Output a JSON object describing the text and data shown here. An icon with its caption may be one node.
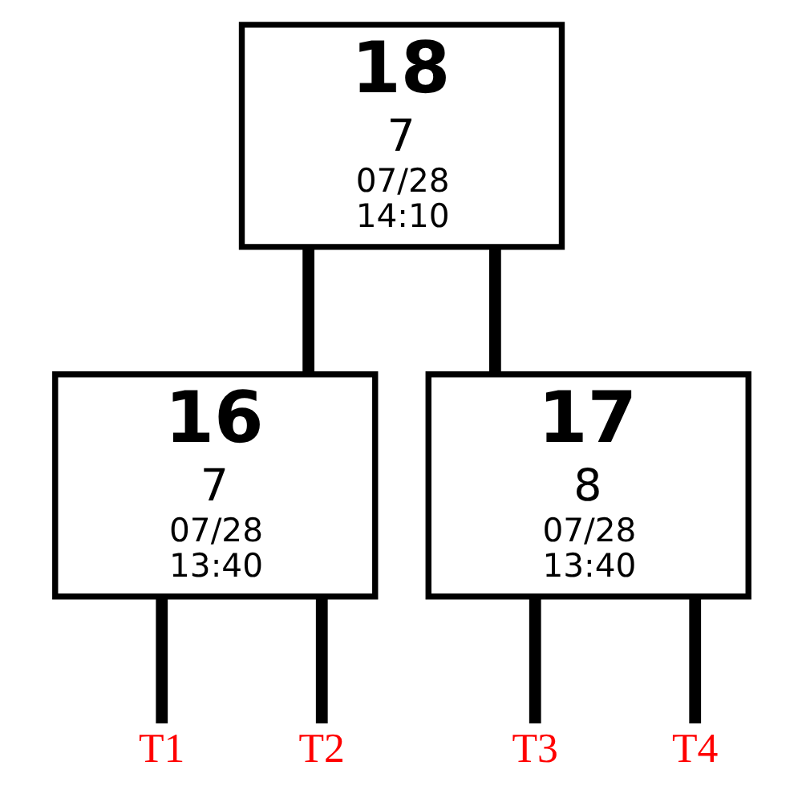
{
  "diagram": {
    "nodes": [
      {
        "text": [
          "18",
          "7",
          "07/28",
          "14:10"
        ]
      },
      {
        "text": [
          "16",
          "7",
          "07/28",
          "13:40"
        ]
      },
      {
        "text": [
          "17",
          "8",
          "07/28",
          "13:40"
        ]
      },
      {
        "text": [
          "T1"
        ]
      },
      {
        "text": [
          "T2"
        ]
      },
      {
        "text": [
          "T3"
        ]
      },
      {
        "text": [
          "T4"
        ]
      }
    ],
    "edges": [
      {
        "from": 0,
        "to": 1,
        "arrow": "none"
      },
      {
        "from": 0,
        "to": 2,
        "arrow": "none"
      },
      {
        "from": 1,
        "to": 3,
        "arrow": "none"
      },
      {
        "from": 1,
        "to": 4,
        "arrow": "none"
      },
      {
        "from": 2,
        "to": 5,
        "arrow": "none"
      },
      {
        "from": 2,
        "to": 6,
        "arrow": "none"
      }
    ]
  }
}
